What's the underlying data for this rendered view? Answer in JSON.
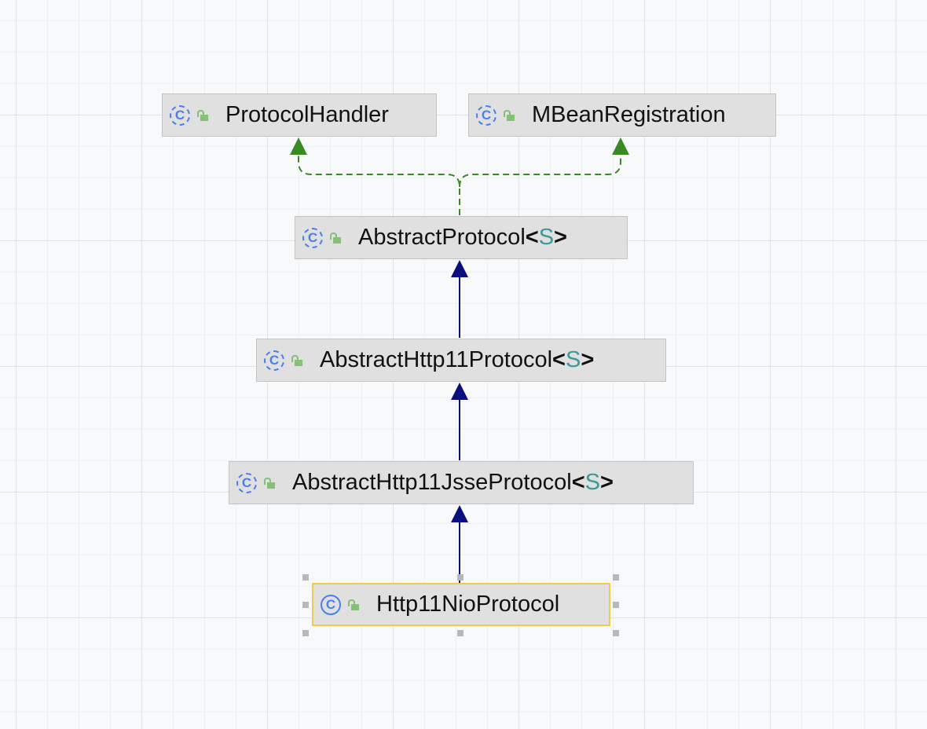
{
  "nodes": [
    {
      "name": "ProtocolHandler",
      "kind": "interface"
    },
    {
      "name": "MBeanRegistration",
      "kind": "interface"
    },
    {
      "name": "AbstractProtocol",
      "type_param": "S",
      "kind": "abstract-class"
    },
    {
      "name": "AbstractHttp11Protocol",
      "type_param": "S",
      "kind": "abstract-class"
    },
    {
      "name": "AbstractHttp11JsseProtocol",
      "type_param": "S",
      "kind": "abstract-class"
    },
    {
      "name": "Http11NioProtocol",
      "kind": "class",
      "selected": true
    }
  ],
  "icon_letter": "C",
  "lt": "<",
  "gt": ">",
  "edges": [
    {
      "from": "AbstractProtocol",
      "to": "ProtocolHandler",
      "type": "implements"
    },
    {
      "from": "AbstractProtocol",
      "to": "MBeanRegistration",
      "type": "implements"
    },
    {
      "from": "AbstractHttp11Protocol",
      "to": "AbstractProtocol",
      "type": "extends"
    },
    {
      "from": "AbstractHttp11JsseProtocol",
      "to": "AbstractHttp11Protocol",
      "type": "extends"
    },
    {
      "from": "Http11NioProtocol",
      "to": "AbstractHttp11JsseProtocol",
      "type": "extends"
    }
  ],
  "colors": {
    "extends": "#0b0f7e",
    "implements": "#3a8a24",
    "selection": "#f2c94c"
  }
}
